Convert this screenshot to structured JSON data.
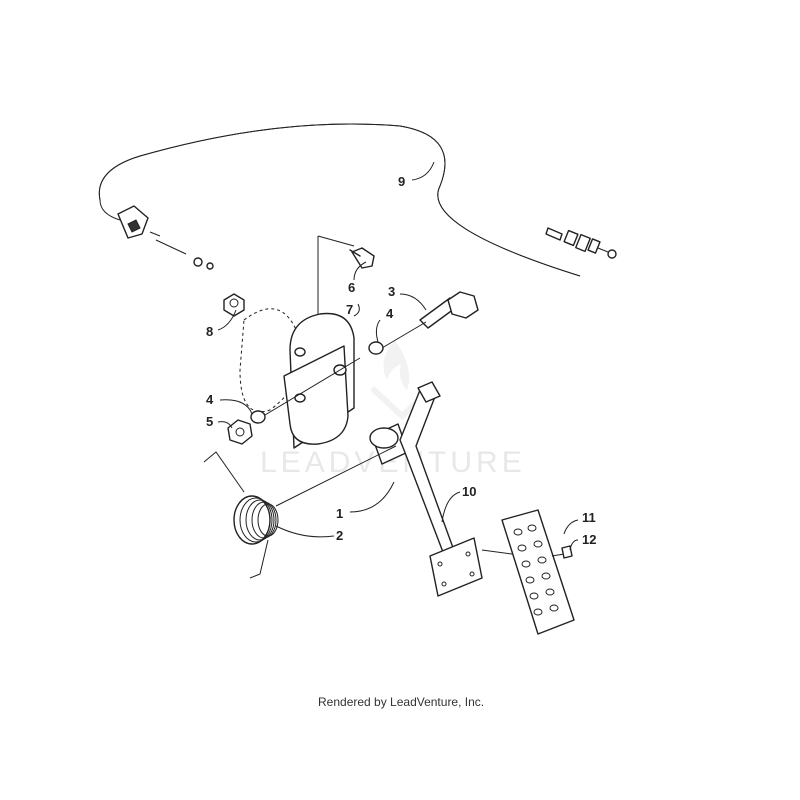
{
  "watermark": "LEADVENTURE",
  "credit": "Rendered by LeadVenture, Inc.",
  "callouts": {
    "c1": "1",
    "c2": "2",
    "c3": "3",
    "c4a": "4",
    "c4b": "4",
    "c5": "5",
    "c6": "6",
    "c7": "7",
    "c8": "8",
    "c9": "9",
    "c10": "10",
    "c11": "11",
    "c12": "12"
  }
}
